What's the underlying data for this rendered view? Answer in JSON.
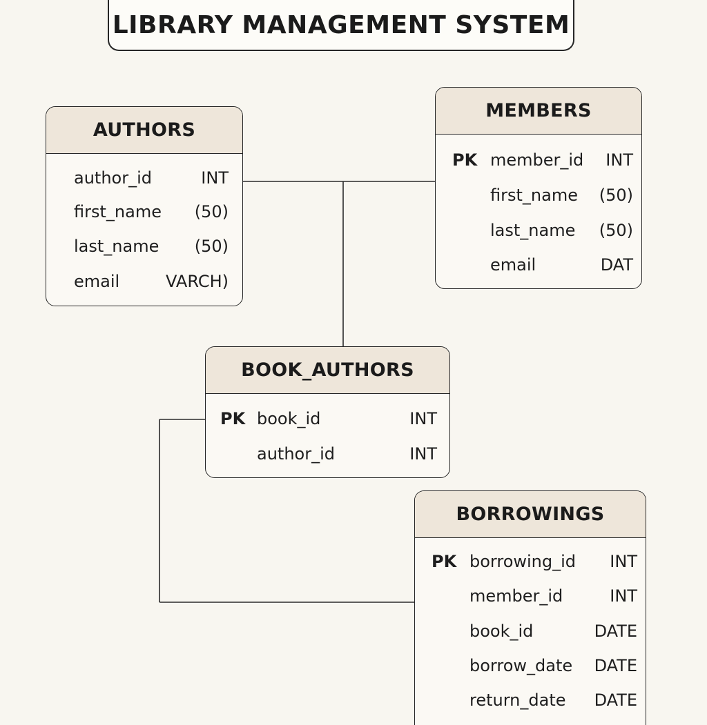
{
  "title": "LIBRARY MANAGEMENT SYSTEM",
  "entities": {
    "authors": {
      "name": "AUTHORS",
      "fields": [
        {
          "key": "",
          "name": "author_id",
          "type": "INT"
        },
        {
          "key": "",
          "name": "first_name",
          "type": "(50)"
        },
        {
          "key": "",
          "name": "last_name",
          "type": "(50)"
        },
        {
          "key": "",
          "name": "email",
          "type": "VARCH)"
        }
      ]
    },
    "members": {
      "name": "MEMBERS",
      "fields": [
        {
          "key": "PK",
          "name": "member_id",
          "type": "INT"
        },
        {
          "key": "",
          "name": "first_name",
          "type": "(50)"
        },
        {
          "key": "",
          "name": "last_name",
          "type": "(50)"
        },
        {
          "key": "",
          "name": "email",
          "type": "DAT"
        }
      ]
    },
    "book_authors": {
      "name": "BOOK_AUTHORS",
      "fields": [
        {
          "key": "PK",
          "name": "book_id",
          "type": "INT"
        },
        {
          "key": "",
          "name": "author_id",
          "type": "INT"
        }
      ]
    },
    "borrowings": {
      "name": "BORROWINGS",
      "fields": [
        {
          "key": "PK",
          "name": "borrowing_id",
          "type": "INT"
        },
        {
          "key": "",
          "name": "member_id",
          "type": "INT"
        },
        {
          "key": "",
          "name": "book_id",
          "type": "DATE"
        },
        {
          "key": "",
          "name": "borrow_date",
          "type": "DATE"
        },
        {
          "key": "",
          "name": "return_date",
          "type": "DATE"
        }
      ]
    }
  },
  "colors": {
    "background": "#f8f6f0",
    "header_fill": "#eee6da",
    "border": "#262626"
  }
}
